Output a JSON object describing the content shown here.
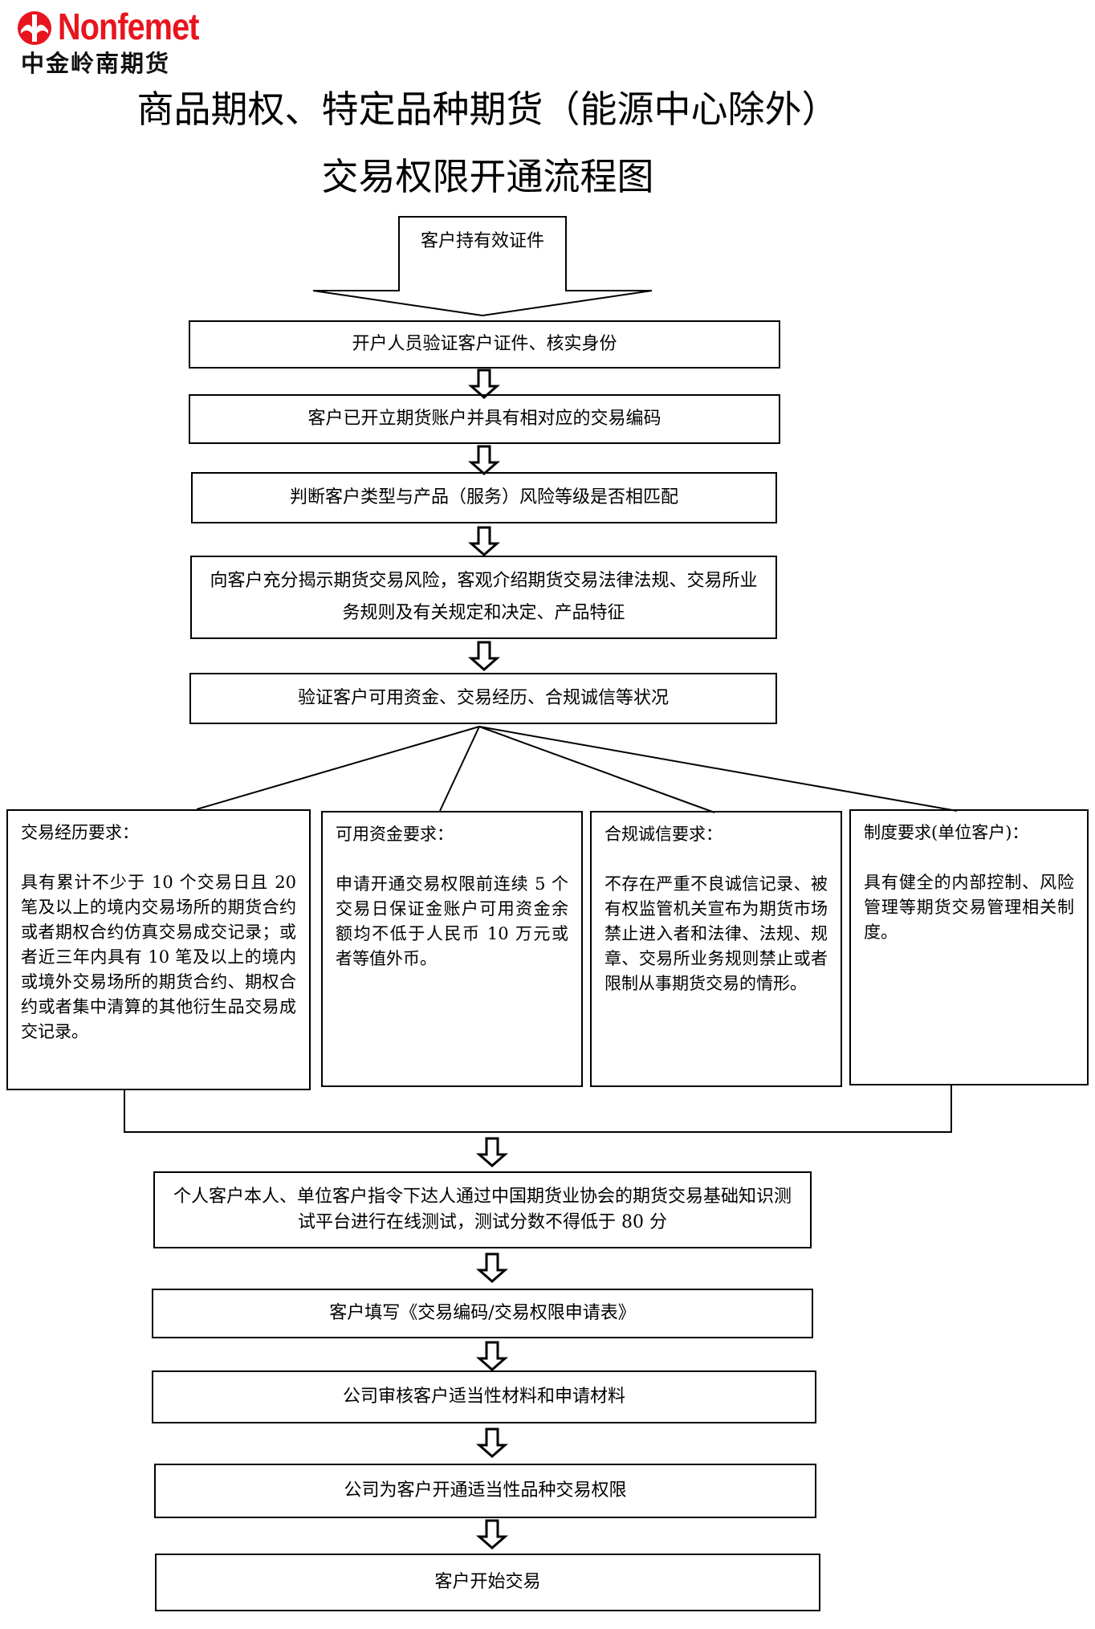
{
  "logo": {
    "brand_en": "Nonfemet",
    "brand_cn": "中金岭南期货",
    "red": "#e8141e"
  },
  "title": {
    "line1": "商品期权、特定品种期货（能源中心除外）",
    "line2": "交易权限开通流程图"
  },
  "flow": {
    "start": "客户持有效证件",
    "steps": [
      "开户人员验证客户证件、核实身份",
      "客户已开立期货账户并具有相对应的交易编码",
      "判断客户类型与产品（服务）风险等级是否相匹配",
      "向客户充分揭示期货交易风险，客观介绍期货交易法律法规、交易所业务规则及有关规定和决定、产品特征",
      "验证客户可用资金、交易经历、合规诚信等状况"
    ],
    "requirements": [
      {
        "heading": "交易经历要求：",
        "body": "具有累计不少于 10 个交易日且 20 笔及以上的境内交易场所的期货合约或者期权合约仿真交易成交记录；或者近三年内具有 10 笔及以上的境内或境外交易场所的期货合约、期权合约或者集中清算的其他衍生品交易成交记录。"
      },
      {
        "heading": "可用资金要求：",
        "body": "申请开通交易权限前连续 5 个交易日保证金账户可用资金余额均不低于人民币 10 万元或者等值外币。"
      },
      {
        "heading": "合规诚信要求：",
        "body": "不存在严重不良诚信记录、被有权监管机关宣布为期货市场禁止进入者和法律、法规、规章、交易所业务规则禁止或者限制从事期货交易的情形。"
      },
      {
        "heading": "制度要求(单位客户)：",
        "body": "具有健全的内部控制、风险管理等期货交易管理相关制度。"
      }
    ],
    "after": [
      "个人客户本人、单位客户指令下达人通过中国期货业协会的期货交易基础知识测试平台进行在线测试，测试分数不得低于 80 分",
      "客户填写《交易编码/交易权限申请表》",
      "公司审核客户适当性材料和申请材料",
      "公司为客户开通适当性品种交易权限",
      "客户开始交易"
    ]
  }
}
